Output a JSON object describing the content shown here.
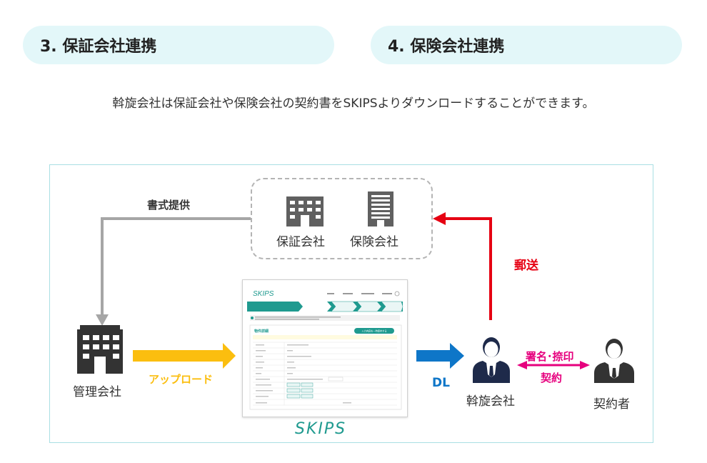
{
  "header": {
    "pill_left": "3. 保証会社連携",
    "pill_right": "4. 保険会社連携"
  },
  "subtitle": "斡旋会社は保証会社や保険会社の契約書をSKIPSよりダウンロードすることができます。",
  "diagram": {
    "guarantee_company": "保証会社",
    "insurance_company": "保険会社",
    "management_company": "管理会社",
    "agency": "斡旋会社",
    "contractor": "契約者",
    "skips_logo": "SKIPS",
    "edge_format": "書式提供",
    "edge_upload": "アップロード",
    "edge_dl": "DL",
    "edge_mail": "郵送",
    "edge_sign": "署名･捺印",
    "edge_contract": "契約"
  },
  "colors": {
    "gray_arrow": "#a6a6a6",
    "yellow_arrow": "#fbbe0f",
    "blue_arrow": "#0e76c8",
    "red_arrow": "#e60012",
    "pink_arrow": "#e6007e",
    "teal": "#1f9a8f",
    "pill_bg": "#e3f7f9"
  },
  "icons": {
    "building_small": "office-building-icon",
    "building_large": "office-building-icon",
    "person": "businessperson-icon"
  },
  "screenshot_thumbnail": {
    "logo": "SKIPS",
    "section_title": "物件詳細",
    "button": "入力内容を一時保存する"
  }
}
